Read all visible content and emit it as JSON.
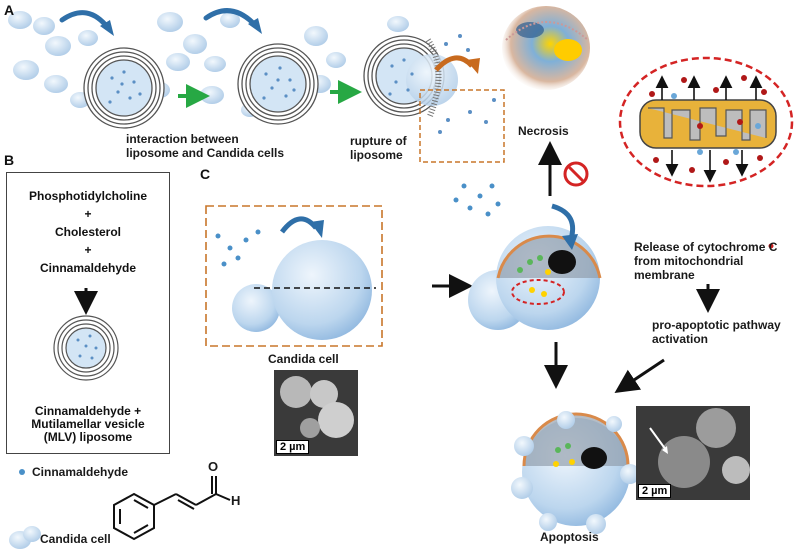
{
  "panels": {
    "a": "A",
    "b": "B",
    "c": "C"
  },
  "labels": {
    "interaction": "interaction between\nliposome and Candida cells",
    "rupture": "rupture of\nliposome",
    "necrosis": "Necrosis",
    "candida_cell_c": "Candida cell",
    "cytochrome": "Release of cytochrome C\nfrom mitochondrial\nmembrane",
    "pro_apoptotic": "pro-apoptotic pathway\nactivation",
    "apoptosis": "Apoptosis"
  },
  "panel_b": {
    "line1": "Phosphotidylcholine",
    "plus1": "+",
    "line2": "Cholesterol",
    "plus2": "+",
    "line3": "Cinnamaldehyde",
    "result": "Cinnamaldehyde +\nMutilamellar vesicle\n(MLV) liposome"
  },
  "legend": {
    "cinnamaldehyde": "Cinnamaldehyde",
    "candida": "Candida cell",
    "aldehyde_o": "O",
    "aldehyde_h": "H"
  },
  "scale_bars": {
    "sem1": "2 µm",
    "sem2": "2 µm"
  },
  "colors": {
    "arrow_blue": "#2f6fa8",
    "arrow_green": "#27a844",
    "arrow_orange": "#c86a1e",
    "dash_orange": "#c8762a",
    "red": "#d42424"
  }
}
